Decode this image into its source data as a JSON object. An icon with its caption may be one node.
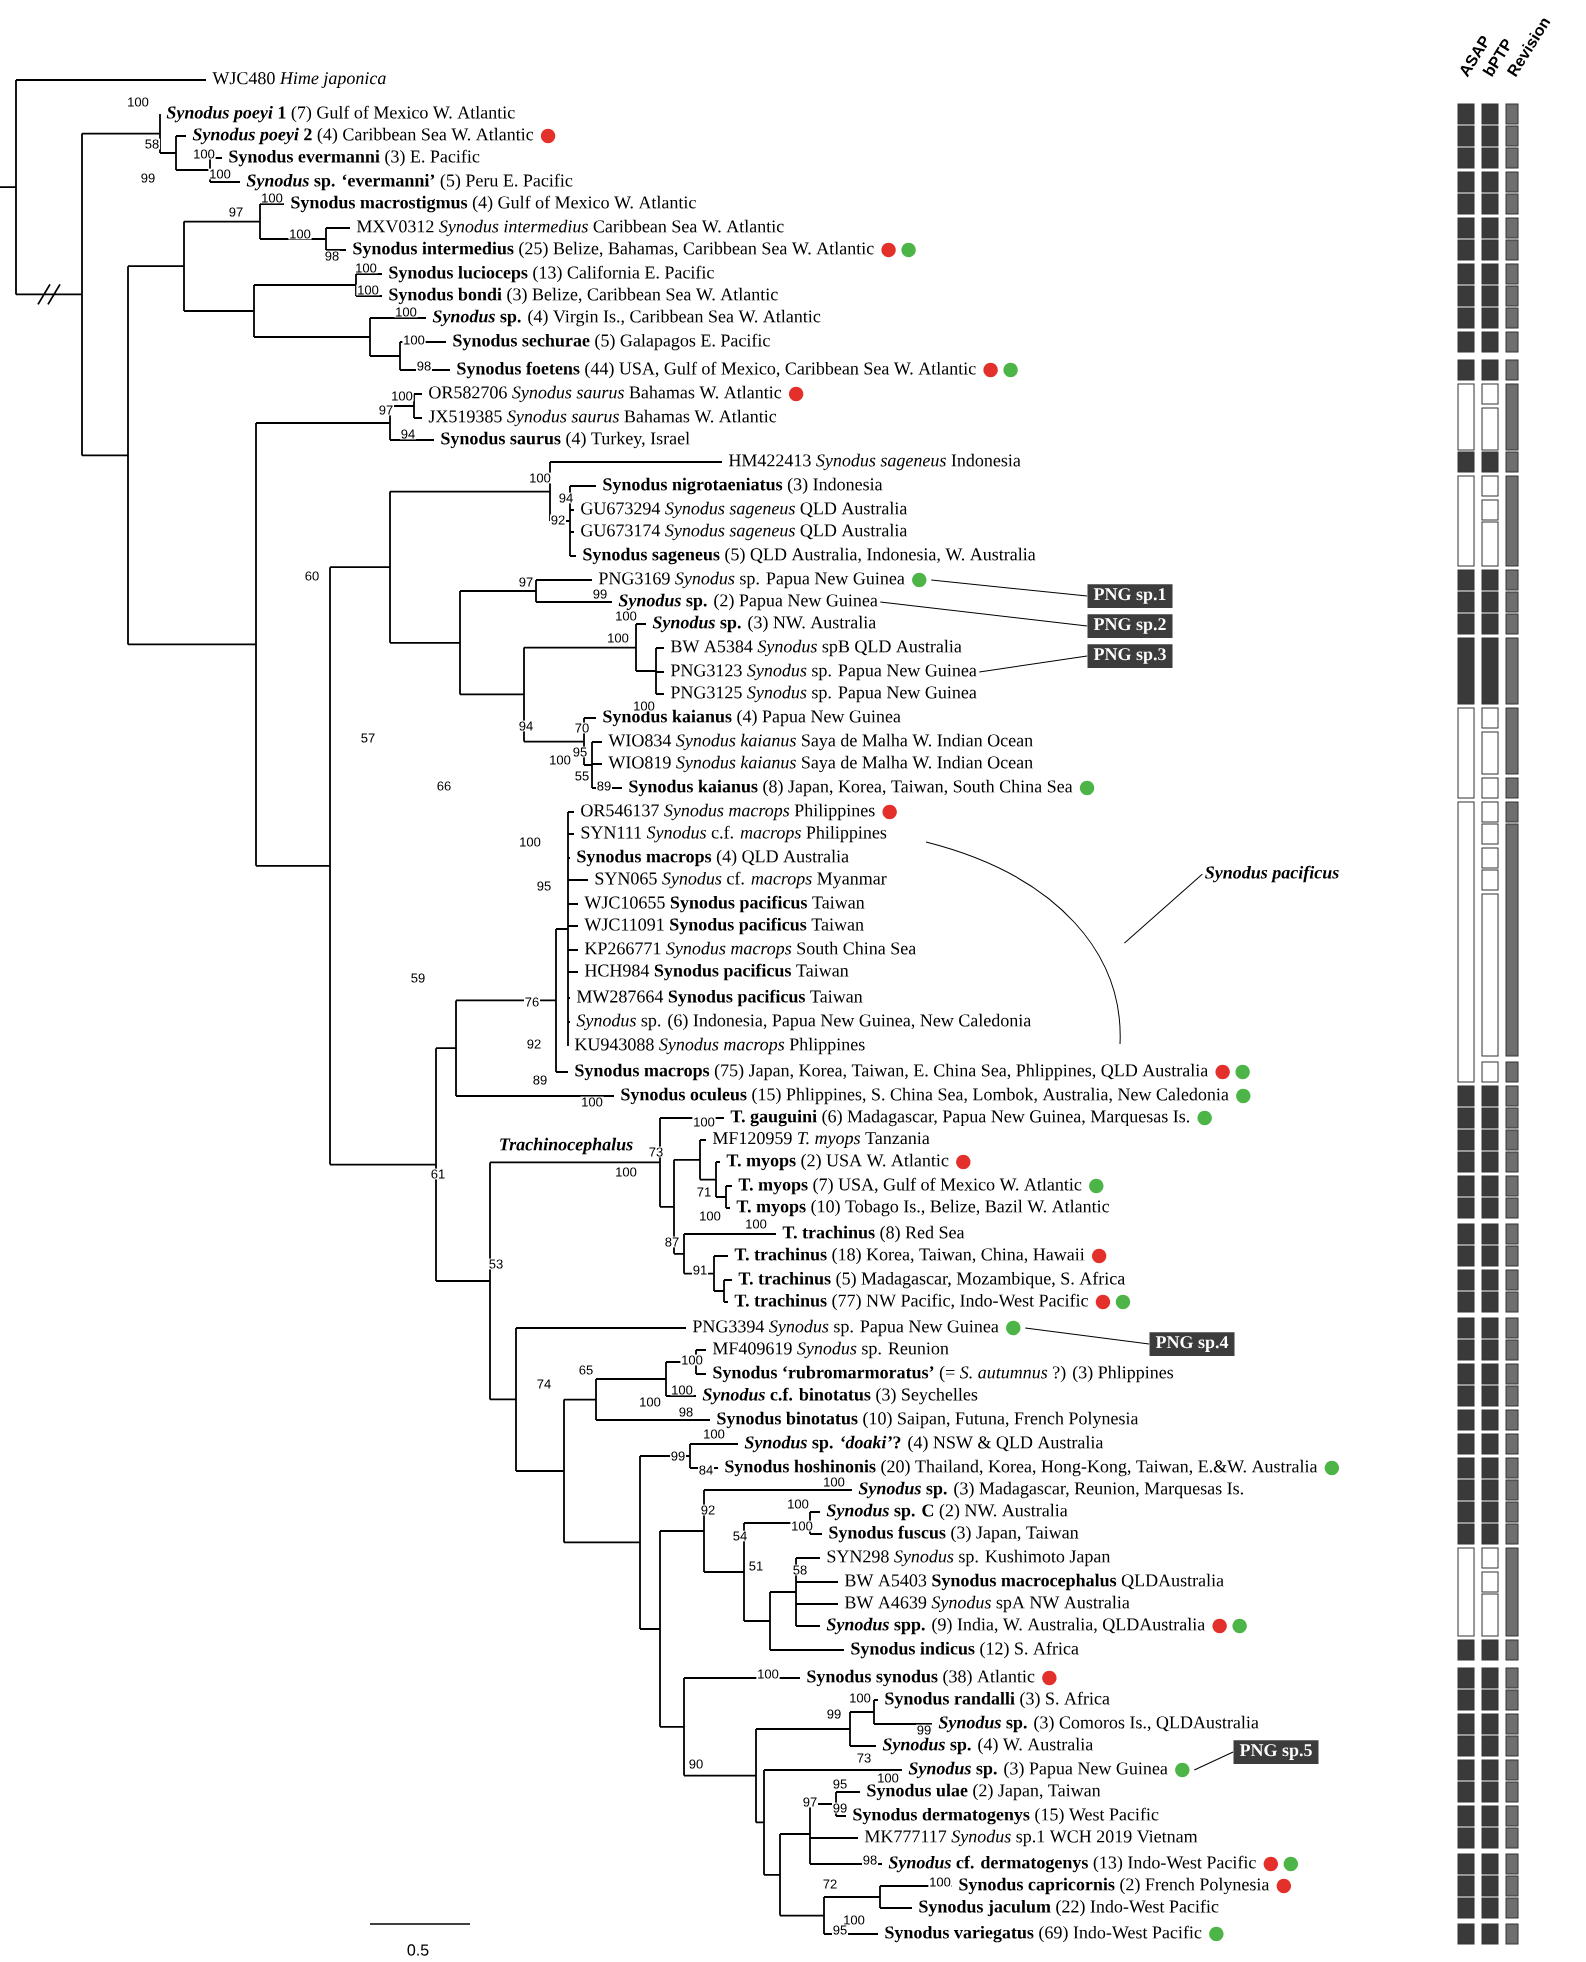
{
  "diagram": {
    "nodes": [
      {
        "text": [
          "WJC480 *Hime japonica*"
        ]
      },
      {
        "text": [
          "***Synodus poeyi* 1** (7) Gulf of Mexico W. Atlantic"
        ]
      },
      {
        "text": [
          "***Synodus poeyi* 2** (4) Caribbean Sea W. Atlantic"
        ]
      },
      {
        "text": [
          "**Synodus evermanni** (3) E. Pacific"
        ]
      },
      {
        "text": [
          "***Synodus* sp.** **‘evermanni’** (5) Peru E. Pacific"
        ]
      },
      {
        "text": [
          "**Synodus macrostigmus** (4) Gulf of Mexico W. Atlantic"
        ]
      },
      {
        "text": [
          "MXV0312 *Synodus intermedius* Caribbean Sea W. Atlantic"
        ]
      },
      {
        "text": [
          "**Synodus intermedius** (25) Belize, Bahamas, Caribbean Sea W. Atlantic"
        ]
      },
      {
        "text": [
          "**Synodus lucioceps** (13) California E. Pacific"
        ]
      },
      {
        "text": [
          "**Synodus bondi** (3) Belize, Caribbean Sea W. Atlantic"
        ]
      },
      {
        "text": [
          "***Synodus* sp.** (4) Virgin Is., Caribbean Sea W. Atlantic"
        ]
      },
      {
        "text": [
          "**Synodus sechurae** (5) Galapagos E. Pacific"
        ]
      },
      {
        "text": [
          "**Synodus foetens** (44) USA, Gulf of Mexico, Caribbean Sea W. Atlantic"
        ]
      },
      {
        "text": [
          "OR582706 *Synodus saurus* Bahamas W. Atlantic"
        ]
      },
      {
        "text": [
          "JX519385 *Synodus saurus* Bahamas W. Atlantic"
        ]
      },
      {
        "text": [
          "**Synodus saurus** (4) Turkey, Israel"
        ]
      },
      {
        "text": [
          "HM422413 *Synodus sageneus* Indonesia"
        ]
      },
      {
        "text": [
          "**Synodus nigrotaeniatus** (3) Indonesia"
        ]
      },
      {
        "text": [
          "GU673294 *Synodus sageneus* QLD Australia"
        ]
      },
      {
        "text": [
          "GU673174 *Synodus sageneus* QLD Australia"
        ]
      },
      {
        "text": [
          "**Synodus sageneus** (5) QLD Australia, Indonesia, W. Australia"
        ]
      },
      {
        "text": [
          "PNG3169 *Synodus* sp. Papua New Guinea"
        ]
      },
      {
        "text": [
          "***Synodus* sp.** (2) Papua New Guinea"
        ]
      },
      {
        "text": [
          "***Synodus* sp.** (3) NW. Australia"
        ]
      },
      {
        "text": [
          "BW A5384 *Synodus* spB QLD Australia"
        ]
      },
      {
        "text": [
          "PNG3123 *Synodus* sp. Papua New Guinea"
        ]
      },
      {
        "text": [
          "PNG3125 *Synodus* sp. Papua New Guinea"
        ]
      },
      {
        "text": [
          "**Synodus kaianus** (4) Papua New Guinea"
        ]
      },
      {
        "text": [
          "WIO834 *Synodus kaianus* Saya de Malha W. Indian Ocean"
        ]
      },
      {
        "text": [
          "WIO819 *Synodus kaianus* Saya de Malha W. Indian Ocean"
        ]
      },
      {
        "text": [
          "**Synodus kaianus** (8) Japan, Korea, Taiwan, South China Sea"
        ]
      },
      {
        "text": [
          "OR546137 *Synodus macrops* Philippines"
        ]
      },
      {
        "text": [
          "SYN111 *Synodus* c.f. *macrops* Philippines"
        ]
      },
      {
        "text": [
          "**Synodus macrops** (4) QLD Australia"
        ]
      },
      {
        "text": [
          "SYN065 *Synodus* cf. *macrops* Myanmar"
        ]
      },
      {
        "text": [
          "WJC10655 **Synodus pacificus** Taiwan"
        ]
      },
      {
        "text": [
          "WJC11091 **Synodus pacificus** Taiwan"
        ]
      },
      {
        "text": [
          "KP266771 *Synodus macrops* South China Sea"
        ]
      },
      {
        "text": [
          "HCH984 **Synodus pacificus** Taiwan"
        ]
      },
      {
        "text": [
          "MW287664 **Synodus pacificus** Taiwan"
        ]
      },
      {
        "text": [
          "*Synodus* sp. (6) Indonesia, Papua New Guinea, New Caledonia"
        ]
      },
      {
        "text": [
          "KU943088 *Synodus macrops* Phlippines"
        ]
      },
      {
        "text": [
          "**Synodus macrops** (75) Japan, Korea, Taiwan, E. China Sea, Phlippines, QLD Australia"
        ]
      },
      {
        "text": [
          "**Synodus oculeus** (15) Phlippines, S. China Sea, Lombok, Australia, New Caledonia"
        ]
      },
      {
        "text": [
          "**T. gauguini** (6) Madagascar, Papua New Guinea, Marquesas Is."
        ]
      },
      {
        "text": [
          "MF120959 *T. myops* Tanzania"
        ]
      },
      {
        "text": [
          "**T. myops** (2) USA W. Atlantic"
        ]
      },
      {
        "text": [
          "**T. myops** (7) USA, Gulf of Mexico W. Atlantic"
        ]
      },
      {
        "text": [
          "**T. myops** (10) Tobago Is., Belize, Bazil W. Atlantic"
        ]
      },
      {
        "text": [
          "**T. trachinus** (8) Red Sea"
        ]
      },
      {
        "text": [
          "**T. trachinus** (18) Korea, Taiwan, China, Hawaii"
        ]
      },
      {
        "text": [
          "**T. trachinus** (5) Madagascar, Mozambique, S. Africa"
        ]
      },
      {
        "text": [
          "**T. trachinus** (77) NW Pacific, Indo-West Pacific"
        ]
      },
      {
        "text": [
          "PNG3394 *Synodus* sp. Papua New Guinea"
        ]
      },
      {
        "text": [
          "MF409619 *Synodus* sp. Reunion"
        ]
      },
      {
        "text": [
          "**Synodus ‘rubromarmoratus’** (= *S. autumnus* ?) (3) Phlippines"
        ]
      },
      {
        "text": [
          "***Synodus* c.f.** **binotatus** (3) Seychelles"
        ]
      },
      {
        "text": [
          "**Synodus binotatus** (10) Saipan, Futuna, French Polynesia"
        ]
      },
      {
        "text": [
          "***Synodus* sp. *‘doaki’*?** (4) NSW & QLD Australia"
        ]
      },
      {
        "text": [
          "**Synodus hoshinonis** (20) Thailand, Korea, Hong-Kong, Taiwan, E.&W. Australia"
        ]
      },
      {
        "text": [
          "***Synodus* sp.** (3) Madagascar, Reunion, Marquesas Is."
        ]
      },
      {
        "text": [
          "***Synodus* sp. C** (2) NW. Australia"
        ]
      },
      {
        "text": [
          "**Synodus fuscus** (3) Japan, Taiwan"
        ]
      },
      {
        "text": [
          "SYN298 *Synodus* sp. Kushimoto Japan"
        ]
      },
      {
        "text": [
          "BW A5403 **Synodus macrocephalus** QLDAustralia"
        ]
      },
      {
        "text": [
          "BW A4639 *Synodus* spA NW Australia"
        ]
      },
      {
        "text": [
          "***Synodus* spp.** (9) India, W. Australia, QLDAustralia"
        ]
      },
      {
        "text": [
          "**Synodus indicus** (12) S. Africa"
        ]
      },
      {
        "text": [
          "**Synodus synodus** (38) Atlantic"
        ]
      },
      {
        "text": [
          "**Synodus randalli** (3) S. Africa"
        ]
      },
      {
        "text": [
          "***Synodus* sp.** (3) Comoros Is., QLDAustralia"
        ]
      },
      {
        "text": [
          "***Synodus* sp.** (4) W. Australia"
        ]
      },
      {
        "text": [
          "***Synodus* sp.** (3) Papua New Guinea"
        ]
      },
      {
        "text": [
          "**Synodus ulae** (2) Japan, Taiwan"
        ]
      },
      {
        "text": [
          "**Synodus dermatogenys** (15) West Pacific"
        ]
      },
      {
        "text": [
          "MK777117 *Synodus* sp.1 WCH 2019 Vietnam"
        ]
      },
      {
        "text": [
          "***Synodus* cf.** **dermatogenys** (13) Indo-West Pacific"
        ]
      },
      {
        "text": [
          "**Synodus capricornis** (2) French Polynesia"
        ]
      },
      {
        "text": [
          "**Synodus jaculum** (22) Indo-West Pacific"
        ]
      },
      {
        "text": [
          "**Synodus variegatus** (69) Indo-West Pacific"
        ]
      },
      {
        "text": [
          "PNG sp.1"
        ]
      },
      {
        "text": [
          "PNG sp.2"
        ]
      },
      {
        "text": [
          "PNG sp.3"
        ]
      },
      {
        "text": [
          "PNG sp.4"
        ]
      },
      {
        "text": [
          "PNG sp.5"
        ]
      },
      {
        "text": [
          "Synodus pacificus"
        ]
      },
      {
        "text": [],
        "shape": "bracket"
      }
    ],
    "edges": [
      {
        "from": 80,
        "to": 21,
        "arrow": "none"
      },
      {
        "from": 81,
        "to": 22,
        "arrow": "none"
      },
      {
        "from": 82,
        "to": 25,
        "arrow": "none"
      },
      {
        "from": 83,
        "to": 53,
        "arrow": "none"
      },
      {
        "from": 84,
        "to": 72,
        "arrow": "none"
      },
      {
        "from": 85,
        "to": 86,
        "arrow": "none"
      }
    ],
    "labels": [
      "ASAP",
      "bPTP",
      "Revision",
      "100",
      "58",
      "100",
      "100",
      "99",
      "100",
      "97",
      "100",
      "98",
      "100",
      "100",
      "100",
      "100",
      "98",
      "100",
      "97",
      "94",
      "100",
      "94",
      "92",
      "60",
      "97",
      "99",
      "100",
      "100",
      "100",
      "94",
      "70",
      "57",
      "95",
      "100",
      "55",
      "89",
      "66",
      "100",
      "95",
      "59",
      "76",
      "92",
      "89",
      "100",
      "100",
      "Trachinocephalus",
      "73",
      "100",
      "61",
      "71",
      "100",
      "100",
      "87",
      "91",
      "53",
      "100",
      "65",
      "74",
      "100",
      "100",
      "98",
      "100",
      "99",
      "84",
      "100",
      "100",
      "92",
      "100",
      "54",
      "51",
      "58",
      "100",
      "100",
      "99",
      "99",
      "73",
      "90",
      "100",
      "95",
      "97",
      "99",
      "98",
      "100",
      "72",
      "100",
      "95",
      "0.5"
    ]
  }
}
